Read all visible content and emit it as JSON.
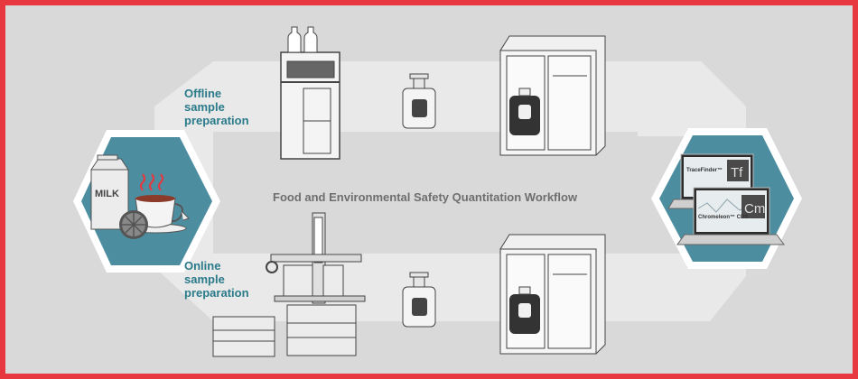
{
  "diagram": {
    "title": "Food and Environmental Safety Quantitation Workflow",
    "offline_label": [
      "Offline",
      "sample",
      "preparation"
    ],
    "online_label": [
      "Online",
      "sample",
      "preparation"
    ],
    "milk_text": "MILK",
    "software": {
      "tracefinder": {
        "name": "TraceFinder™",
        "icon_text": "Tf"
      },
      "chromeleon": {
        "name": "Chromeleon™ CDS",
        "icon_text": "Cm"
      }
    },
    "colors": {
      "border": "#e8383f",
      "background": "#d9d9d9",
      "band": "#e8e8e8",
      "hex_fill": "#4c8ea0",
      "label_text": "#2a7a8a",
      "title_text": "#6e6e6e"
    }
  }
}
